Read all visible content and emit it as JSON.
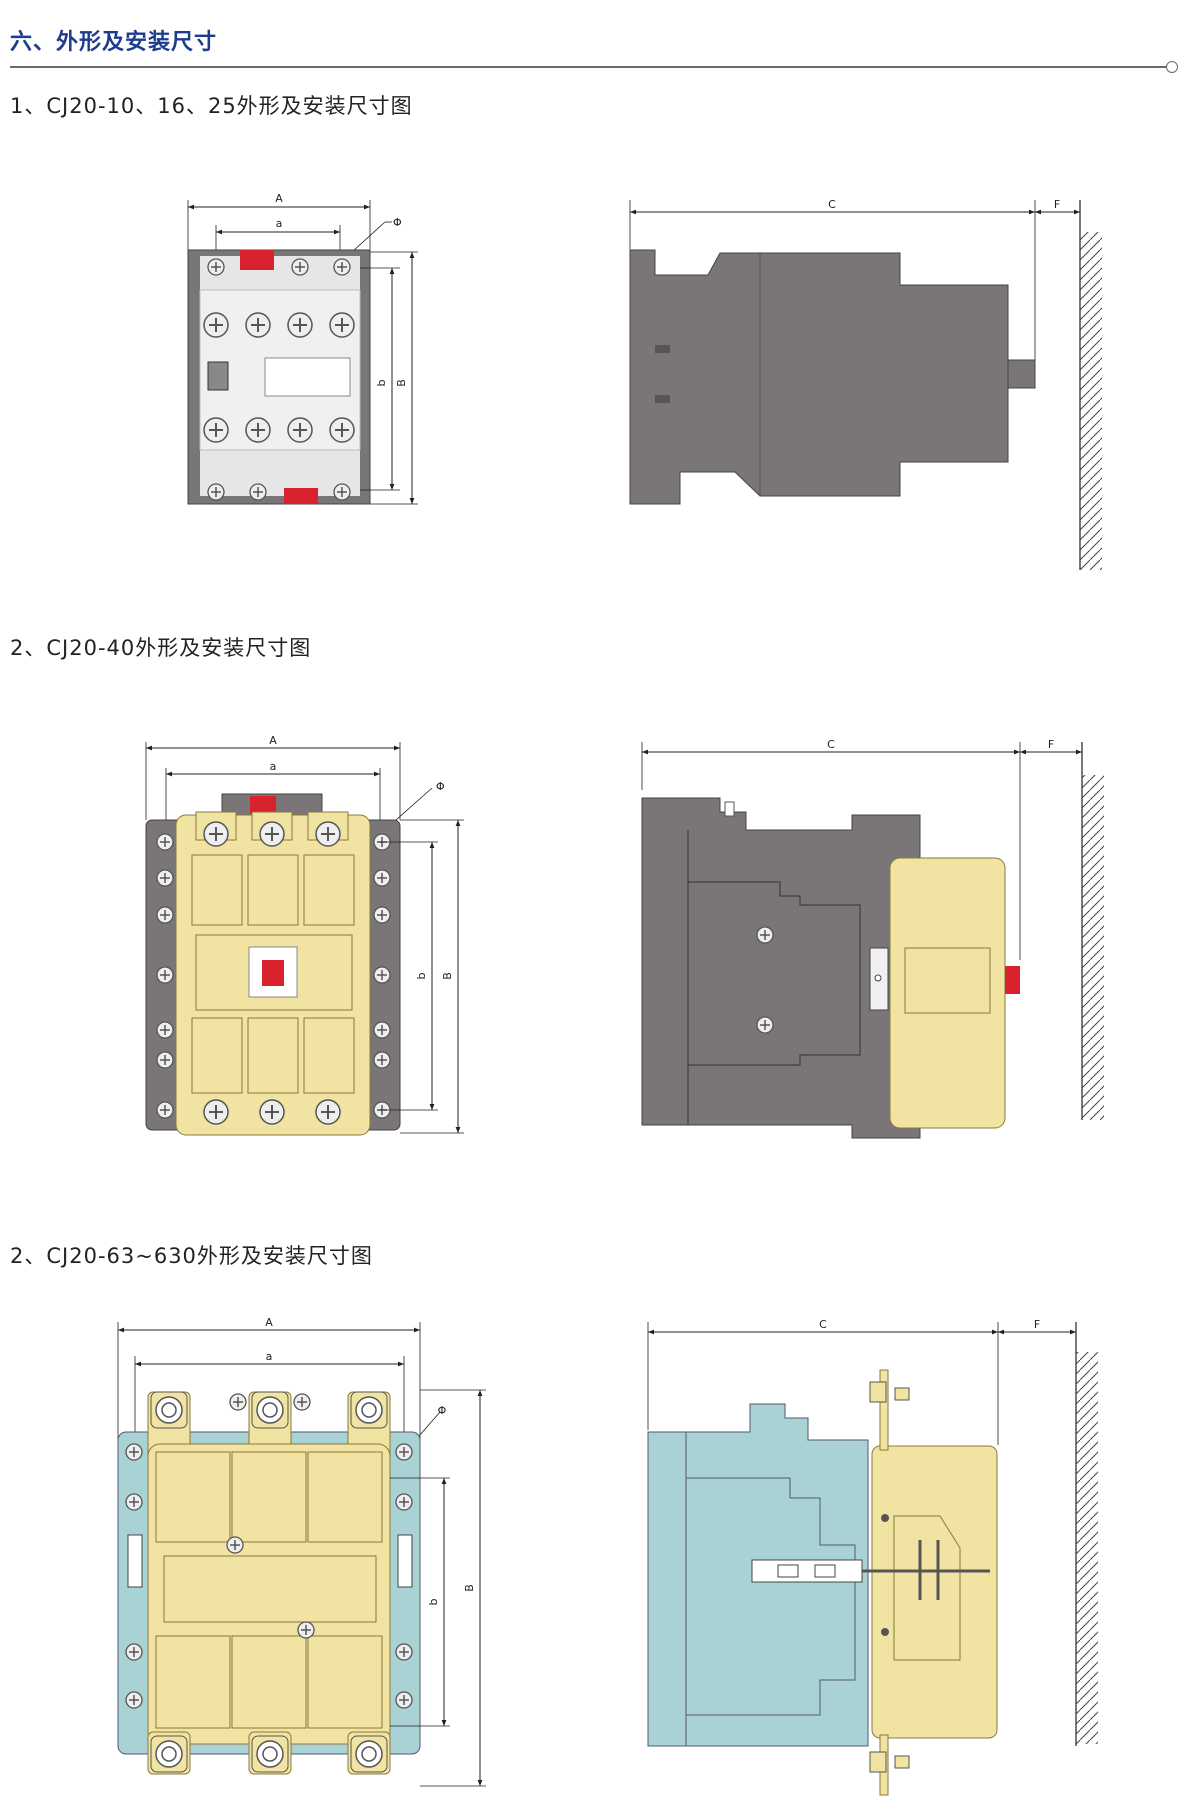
{
  "header": {
    "title": "六、外形及安装尺寸"
  },
  "sections": [
    {
      "title": "1、CJ20-10、16、25外形及安装尺寸图"
    },
    {
      "title": "2、CJ20-40外形及安装尺寸图"
    },
    {
      "title": "2、CJ20-63~630外形及安装尺寸图"
    }
  ],
  "dims": {
    "A": "A",
    "a": "a",
    "b": "b",
    "B": "B",
    "C": "C",
    "F": "F",
    "phi": "Φ"
  },
  "colors": {
    "header": "#1d3c8e",
    "grey": "#7a7577",
    "yellow": "#f1e3a1",
    "teal": "#a9d2d4",
    "red": "#d8232f"
  }
}
